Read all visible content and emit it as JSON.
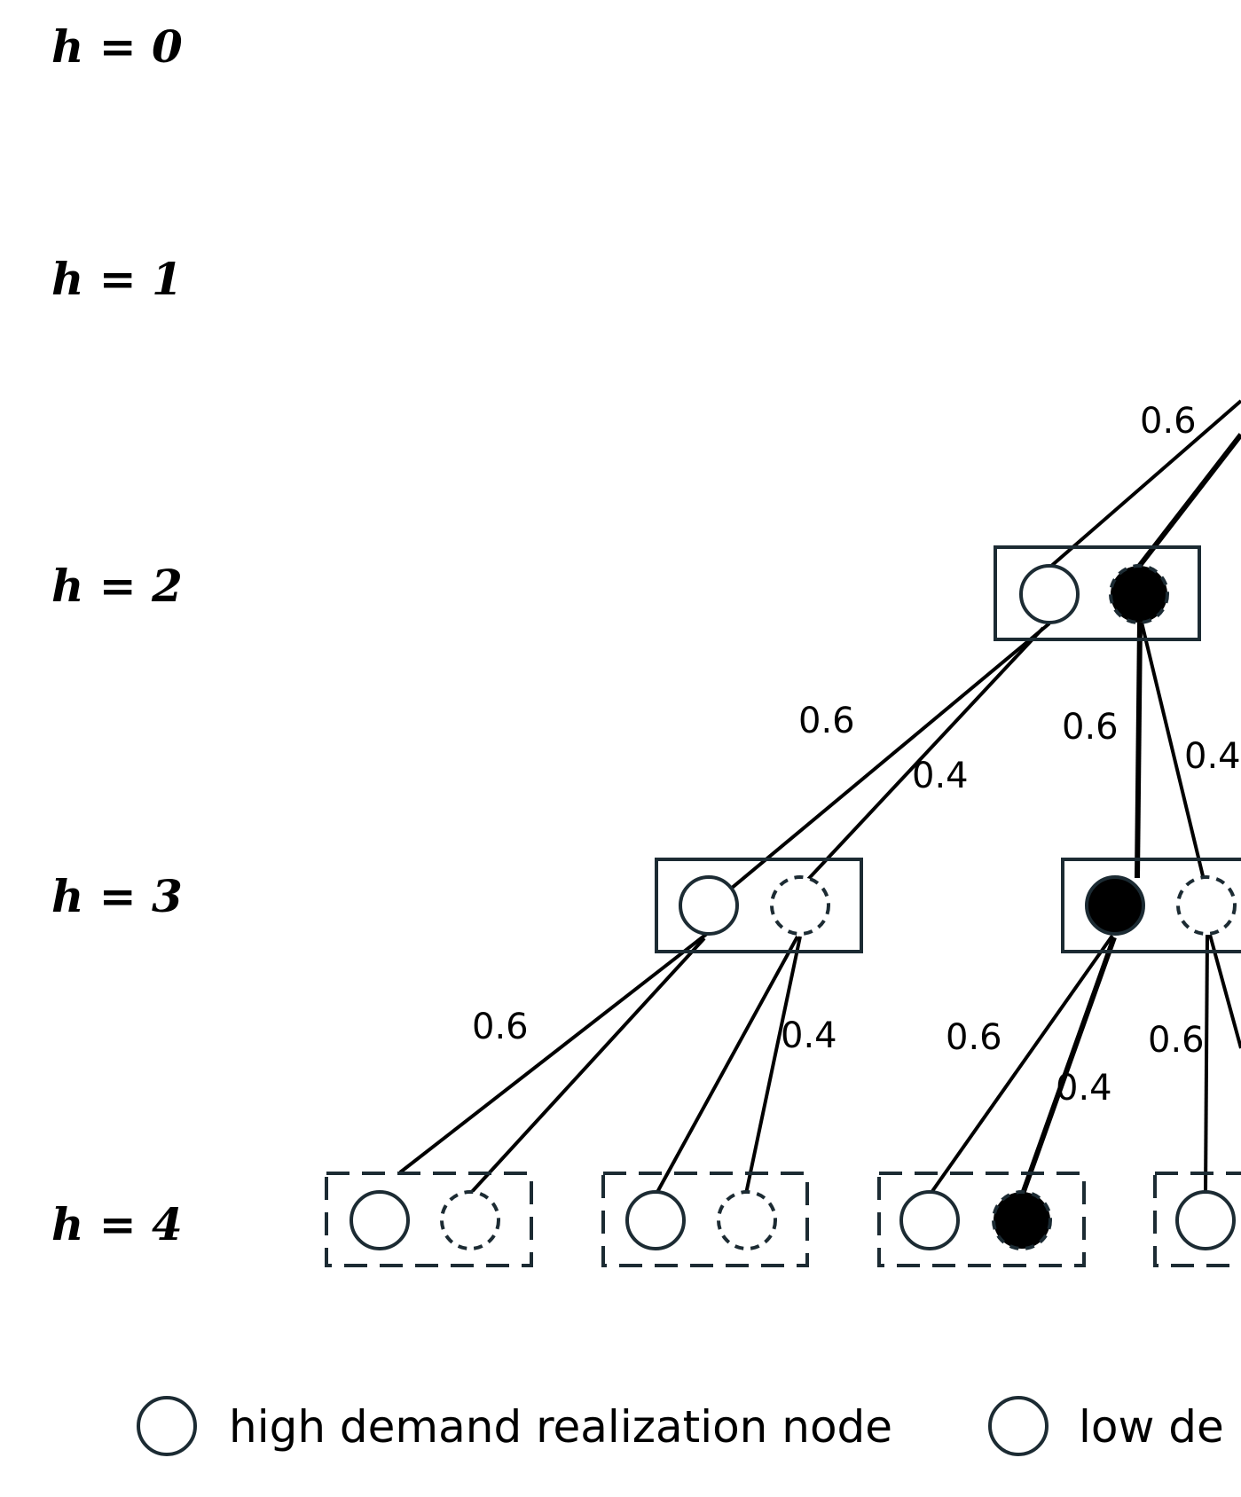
{
  "levels": [
    "h = 0",
    "h = 1",
    "h = 2",
    "h = 3",
    "h = 4"
  ],
  "probabilities": {
    "top_right": "0.6",
    "h2_left_high": "0.6",
    "h2_left_low": "0.4",
    "h2_right_high": "0.6",
    "h2_right_low": "0.4",
    "h3a_high": "0.6",
    "h3a_low": "0.4",
    "h3b_high": "0.6",
    "h3b_low": "0.4",
    "h3c_high": "0.6"
  },
  "legend": {
    "high_label": "high demand realization node",
    "low_label": "low de"
  }
}
